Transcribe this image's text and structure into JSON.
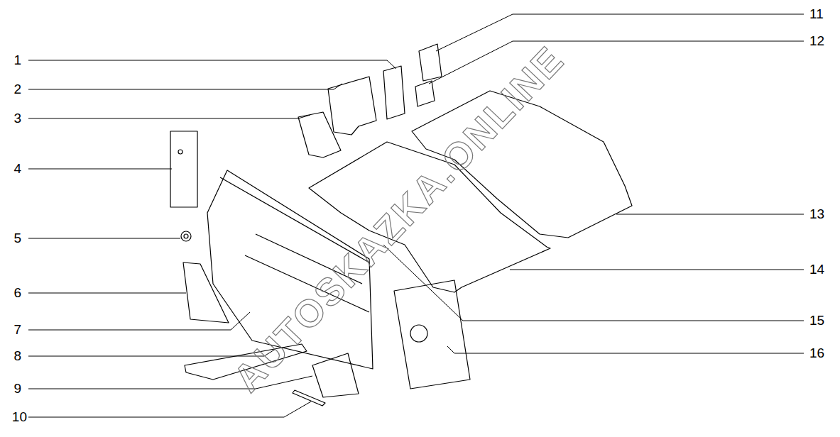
{
  "diagram": {
    "labels": [
      "1",
      "2",
      "3",
      "4",
      "5",
      "6",
      "7",
      "8",
      "9",
      "10",
      "11",
      "12",
      "13",
      "14",
      "15",
      "16",
      "AUTOSKAZKA.ONLINE"
    ]
  }
}
